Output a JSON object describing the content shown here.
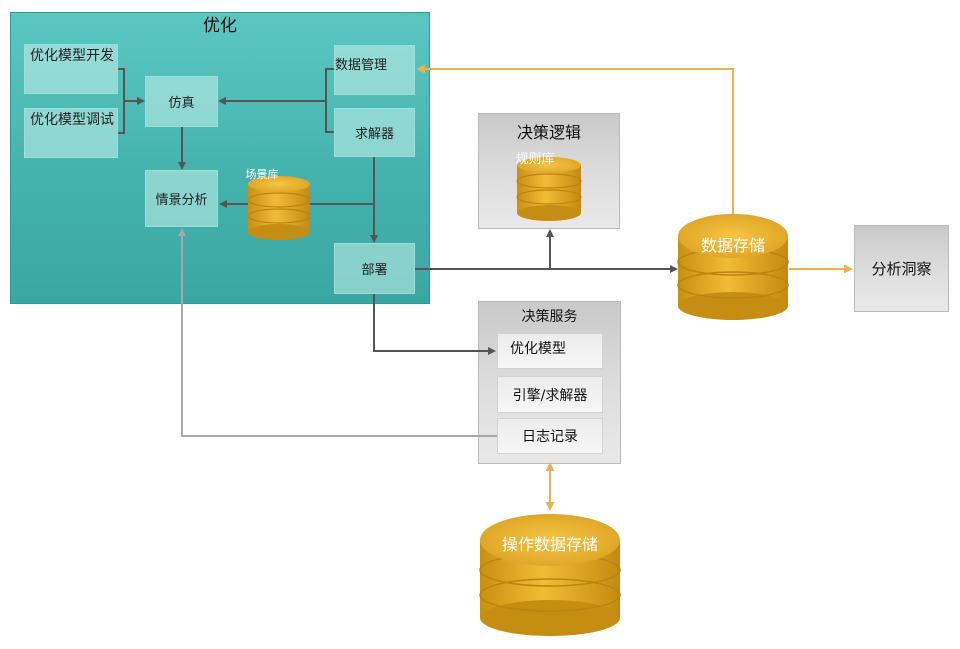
{
  "optimization": {
    "title": "优化",
    "dev": "优化模型开发",
    "tune": "优化模型调试",
    "sim": "仿真",
    "scenario": "情景分析",
    "scenario_db": "场景库",
    "data_mgmt": "数据管理",
    "solver": "求解器",
    "deploy": "部署"
  },
  "decision_logic": {
    "title": "决策逻辑",
    "rules": "规则库"
  },
  "decision_service": {
    "title": "决策服务",
    "items": [
      "优化模型",
      "引擎/求解器",
      "日志记录"
    ]
  },
  "data_store": "数据存储",
  "insight": "分析洞察",
  "ops_store": "操作数据存储",
  "colors": {
    "teal": "#4bb8b2",
    "gold": "#e0a928",
    "gold_line": "#e8b451",
    "arrow_dark": "#555555",
    "arrow_gray": "#a8a8a8"
  }
}
